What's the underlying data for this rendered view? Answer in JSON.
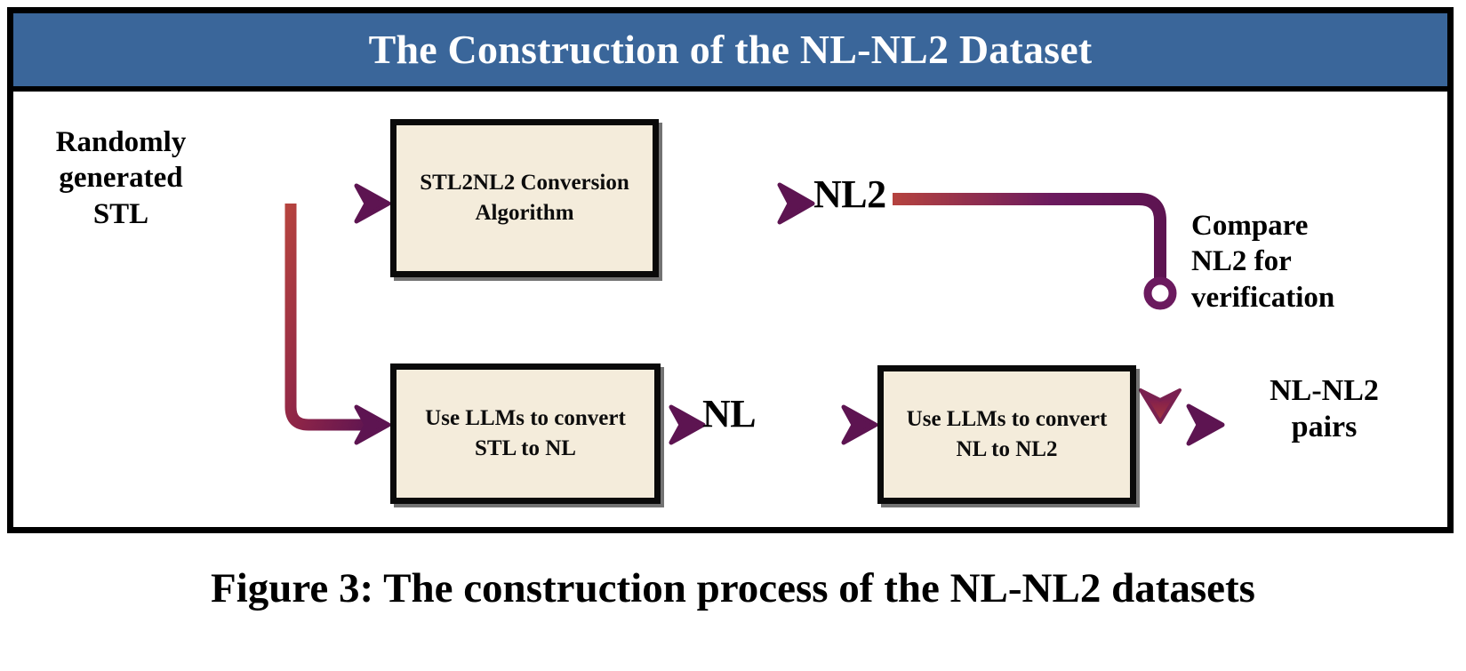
{
  "figure": {
    "caption": "Figure 3: The construction process of the NL-NL2 datasets",
    "banner_title": "The Construction of the NL-NL2 Dataset"
  },
  "colors": {
    "banner_background": "#3a669a",
    "banner_text": "#ffffff",
    "box_fill": "#f4ecdb",
    "box_border": "#0a0a0a",
    "frame_border": "#000000",
    "arrow_start": "#b5433f",
    "arrow_end": "#5d1451",
    "junction_ring": "#6b1a5e",
    "page_background": "#ffffff"
  },
  "boxes": [
    {
      "id": "stl2nl2",
      "label": "STL2NL2\nConversion\nAlgorithm"
    },
    {
      "id": "stl2nl",
      "label": "Use LLMs to\nconvert STL to NL"
    },
    {
      "id": "nl2nl2",
      "label": "Use LLMs to\nconvert NL to NL2"
    }
  ],
  "labels": {
    "source": "Randomly\ngenerated\nSTL",
    "nl2": "NL2",
    "nl": "NL",
    "compare": "Compare\nNL2 for\nverification",
    "output": "NL-NL2\npairs"
  },
  "icons": {
    "junction": "circle-junction-icon",
    "arrowhead": "arrowhead-icon"
  },
  "flow": {
    "edges": [
      {
        "from": "Randomly generated STL",
        "to": "STL2NL2 Conversion Algorithm"
      },
      {
        "from": "Randomly generated STL",
        "to": "Use LLMs to convert STL to NL"
      },
      {
        "from": "STL2NL2 Conversion Algorithm",
        "to": "NL2"
      },
      {
        "from": "NL2",
        "to": "Compare NL2 for verification"
      },
      {
        "from": "Use LLMs to convert STL to NL",
        "to": "NL"
      },
      {
        "from": "NL",
        "to": "Use LLMs to convert NL to NL2"
      },
      {
        "from": "Use LLMs to convert NL to NL2",
        "to": "NL-NL2 pairs"
      }
    ]
  }
}
